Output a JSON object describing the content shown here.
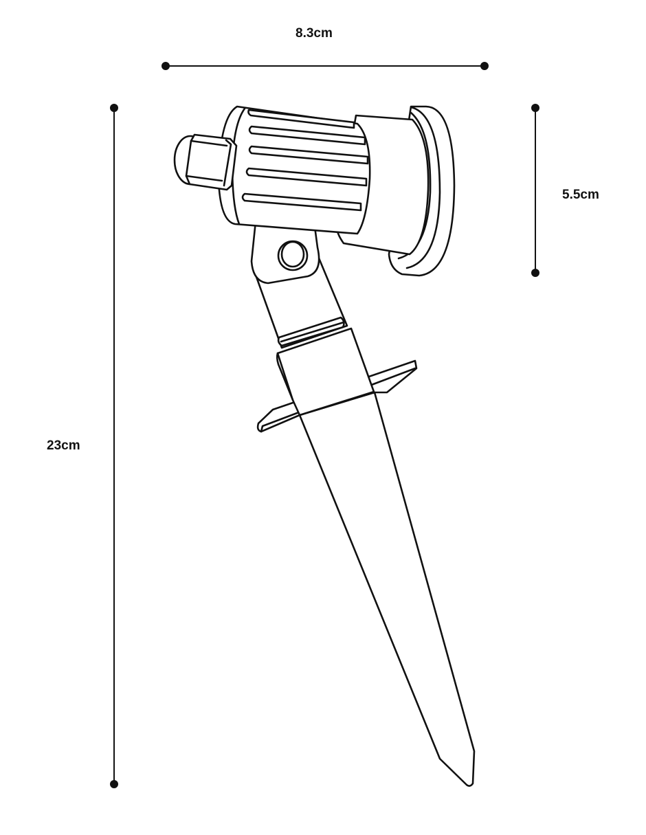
{
  "dimensions": {
    "width": "8.3cm",
    "head_height": "5.5cm",
    "total_height": "23cm"
  },
  "colors": {
    "stroke": "#111111",
    "background": "#ffffff"
  }
}
